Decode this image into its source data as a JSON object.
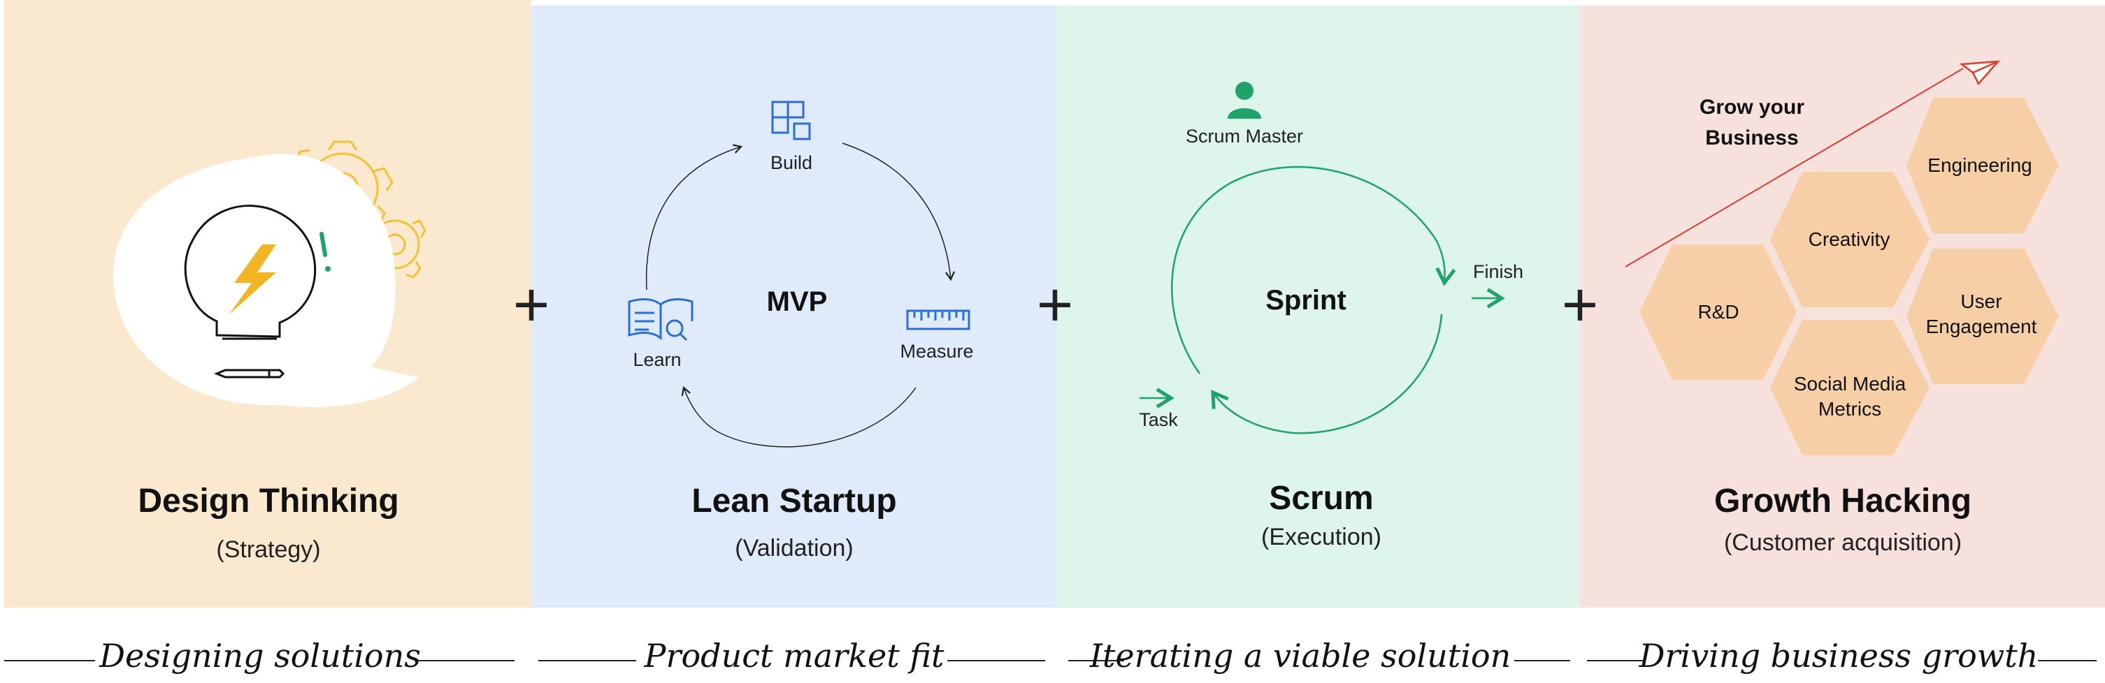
{
  "colors": {
    "panel_design": "#fbe9cf",
    "panel_lean": "#dfebfb",
    "panel_scrum": "#ddf5ea",
    "panel_growth": "#f6e1dc",
    "scrum_green": "#1fa36a",
    "lean_blue": "#2a6fd6",
    "growth_red": "#e03b2b",
    "hex_fill": "#f7cfa7",
    "gear_yellow": "#f2c233"
  },
  "design_thinking": {
    "title": "Design Thinking",
    "subtitle": "(Strategy)",
    "icons": [
      "lightbulb-icon",
      "lightning-icon",
      "gear-icon",
      "pencil-icon",
      "speech-bubble-icon"
    ]
  },
  "lean_startup": {
    "title": "Lean Startup",
    "subtitle": "(Validation)",
    "center": "MVP",
    "build": "Build",
    "measure": "Measure",
    "learn": "Learn"
  },
  "scrum": {
    "title": "Scrum",
    "subtitle": "(Execution)",
    "center": "Sprint",
    "master": "Scrum Master",
    "finish": "Finish",
    "task": "Task"
  },
  "growth_hacking": {
    "title": "Growth Hacking",
    "subtitle": "(Customer acquisition)",
    "grow_line1": "Grow your",
    "grow_line2": "Business",
    "hexes": {
      "engineering": "Engineering",
      "creativity": "Creativity",
      "rd": "R&D",
      "user_line1": "User",
      "user_line2": "Engagement",
      "social_line1": "Social Media",
      "social_line2": "Metrics"
    }
  },
  "plus_sign": "+",
  "footer": {
    "designing": "Designing solutions",
    "product": "Product market fit",
    "iterating": "Iterating a viable solution",
    "driving": "Driving business growth"
  }
}
